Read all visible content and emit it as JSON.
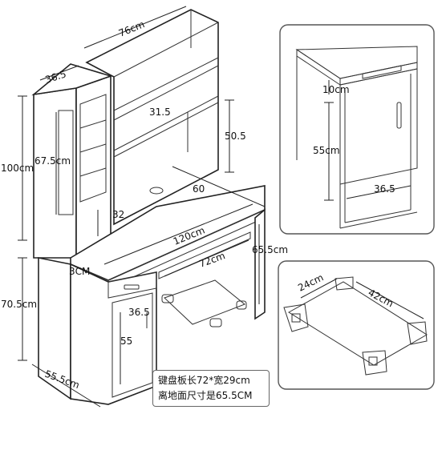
{
  "dimensions": {
    "shelf_width": "76cm",
    "shelf_depth": "36.5",
    "side_cabinet_height": "100cm",
    "glass_door_height": "67.5cm",
    "mid_shelf": "31.5",
    "shelf_gap": "50.5",
    "desk_depth": "60",
    "leg_gap": "32",
    "desk_length": "120cm",
    "keyboard_height": "65.5cm",
    "keyboard_width": "72cm",
    "top_thickness": "3CM",
    "desk_height": "70.5cm",
    "cabinet_depth": "55.5cm",
    "drawer_width": "36.5",
    "cabinet_height": "55"
  },
  "cabinet_detail": {
    "drawer_height": "10cm",
    "door_height": "55cm",
    "door_width": "36.5"
  },
  "keyboard_detail": {
    "tray_depth": "24cm",
    "tray_length": "42cm"
  },
  "note": {
    "line1": "键盘板长72*宽29cm",
    "line2": "离地面尺寸是65.5CM"
  }
}
